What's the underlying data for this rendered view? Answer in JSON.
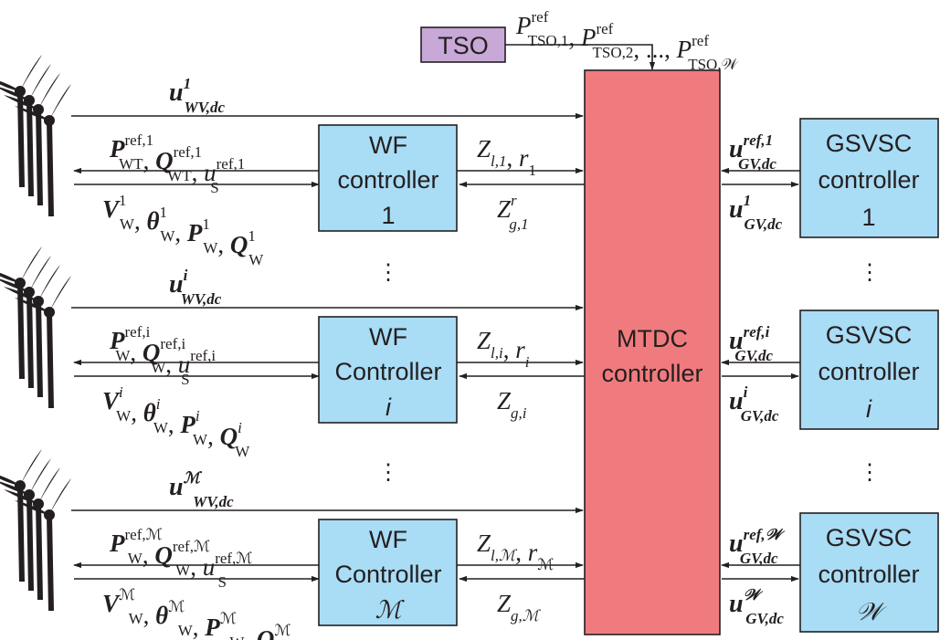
{
  "tso": {
    "label": "TSO"
  },
  "tso_signal": [
    {
      "base": "P",
      "sup": "ref",
      "sub": "TSO,1"
    },
    {
      "base": "P",
      "sup": "ref",
      "sub": "TSO,2"
    },
    {
      "text": ", ..., "
    },
    {
      "base": "P",
      "sup": "ref",
      "sub": "TSO,𝒲"
    }
  ],
  "mtdc": {
    "line1": "MTDC",
    "line2": "controller"
  },
  "colors": {
    "wf_box": "#a9dcf5",
    "mtdc_box": "#f07b7e",
    "tso_box": "#c7a8d6",
    "stroke": "#231f20"
  },
  "rows": [
    {
      "wf_line1": "WF",
      "wf_line2": "controller",
      "wf_line3": "1",
      "gs_line1": "GSVSC",
      "gs_line2": "controller",
      "gs_line3": "1",
      "u_wv_sup": "1",
      "ref_sig": [
        {
          "base": "P",
          "sup": "ref,1",
          "sub": "WT",
          "bold": true
        },
        {
          "base": "Q",
          "sup": "ref,1",
          "sub": "WT",
          "bold": true
        },
        {
          "base": "u",
          "sup": "ref,1",
          "sub": "S",
          "bold": false
        }
      ],
      "meas_sup": "1",
      "z_l": {
        "sub": "l,1",
        "r": "1"
      },
      "z_g": {
        "sub": "g,1",
        "sup": "r"
      },
      "u_gv_ref_sup": "ref,1",
      "u_gv_sup": "1"
    },
    {
      "wf_line1": "WF",
      "wf_line2": "Controller",
      "wf_line3": "i",
      "gs_line1": "GSVSC",
      "gs_line2": "controller",
      "gs_line3": "i",
      "u_wv_sup": "i",
      "ref_sig": [
        {
          "base": "P",
          "sup": "ref,i",
          "sub": "W",
          "bold": true
        },
        {
          "base": "Q",
          "sup": "ref,i",
          "sub": "W",
          "bold": true
        },
        {
          "base": "u",
          "sup": "ref,i",
          "sub": "S",
          "bold": false
        }
      ],
      "meas_sup": "i",
      "z_l": {
        "sub": "l,i",
        "r": "i"
      },
      "z_g": {
        "sub": "g,i",
        "sup": ""
      },
      "u_gv_ref_sup": "ref,i",
      "u_gv_sup": "i"
    },
    {
      "wf_line1": "WF",
      "wf_line2": "Controller",
      "wf_line3": "ℳ",
      "gs_line1": "GSVSC",
      "gs_line2": "controller",
      "gs_line3": "𝒲",
      "u_wv_sup": "ℳ",
      "ref_sig": [
        {
          "base": "P",
          "sup": "ref,ℳ",
          "sub": "W",
          "bold": true
        },
        {
          "base": "Q",
          "sup": "ref,ℳ",
          "sub": "W",
          "bold": true
        },
        {
          "base": "u",
          "sup": "ref,ℳ",
          "sub": "S",
          "bold": false
        }
      ],
      "meas_sup": "ℳ",
      "z_l": {
        "sub": "l,ℳ",
        "r": "ℳ"
      },
      "z_g": {
        "sub": "g,ℳ",
        "sup": ""
      },
      "u_gv_ref_sup": "ref,𝒲",
      "u_gv_sup": "𝒲"
    }
  ],
  "labels": {
    "u_wv_sub": "WV,dc",
    "u_gv_sub": "GV,dc",
    "meas_sub": "W",
    "meas_bases": [
      "V",
      "θ",
      "P",
      "Q"
    ],
    "z_l_base": "Z",
    "z_g_base": "Z",
    "r_base": "r",
    "u_base": "u",
    "vdots": "⋮"
  }
}
